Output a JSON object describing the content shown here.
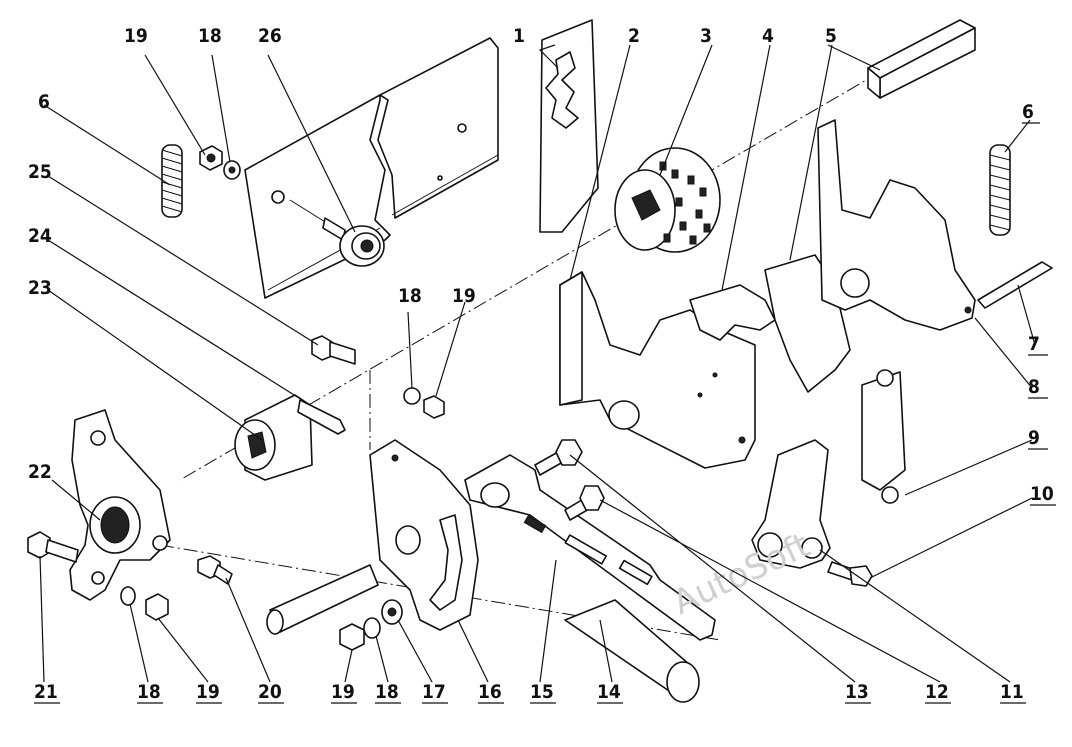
{
  "watermark": "AutoSoft",
  "callouts": [
    {
      "id": "c1",
      "text": "1"
    },
    {
      "id": "c2",
      "text": "2"
    },
    {
      "id": "c3",
      "text": "3"
    },
    {
      "id": "c4",
      "text": "4"
    },
    {
      "id": "c5",
      "text": "5"
    },
    {
      "id": "c6a",
      "text": "6"
    },
    {
      "id": "c6b",
      "text": "6"
    },
    {
      "id": "c7",
      "text": "7"
    },
    {
      "id": "c8",
      "text": "8"
    },
    {
      "id": "c9",
      "text": "9"
    },
    {
      "id": "c10",
      "text": "10"
    },
    {
      "id": "c11",
      "text": "11"
    },
    {
      "id": "c12",
      "text": "12"
    },
    {
      "id": "c13",
      "text": "13"
    },
    {
      "id": "c14",
      "text": "14"
    },
    {
      "id": "c15",
      "text": "15"
    },
    {
      "id": "c16",
      "text": "16"
    },
    {
      "id": "c17",
      "text": "17"
    },
    {
      "id": "c18a",
      "text": "18"
    },
    {
      "id": "c18b",
      "text": "18"
    },
    {
      "id": "c18c",
      "text": "18"
    },
    {
      "id": "c18d",
      "text": "18"
    },
    {
      "id": "c19a",
      "text": "19"
    },
    {
      "id": "c19b",
      "text": "19"
    },
    {
      "id": "c19c",
      "text": "19"
    },
    {
      "id": "c19d",
      "text": "19"
    },
    {
      "id": "c20",
      "text": "20"
    },
    {
      "id": "c21",
      "text": "21"
    },
    {
      "id": "c22",
      "text": "22"
    },
    {
      "id": "c23",
      "text": "23"
    },
    {
      "id": "c24",
      "text": "24"
    },
    {
      "id": "c25",
      "text": "25"
    },
    {
      "id": "c26",
      "text": "26"
    }
  ]
}
